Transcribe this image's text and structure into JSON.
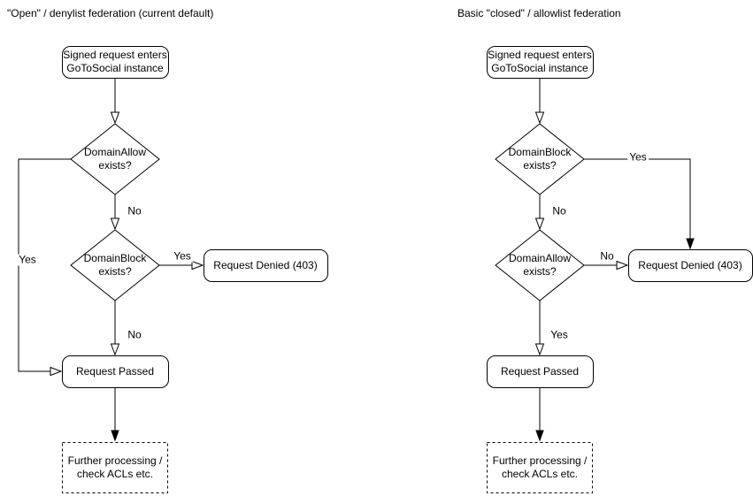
{
  "left": {
    "title": "\"Open\" / denylist federation (current default)",
    "nodes": {
      "start": "Signed request enters\nGoToSocial instance",
      "decision1": "DomainAllow\nexists?",
      "decision2": "DomainBlock\nexists?",
      "denied": "Request Denied (403)",
      "passed": "Request Passed",
      "further": "Further processing /\ncheck ACLs etc."
    },
    "edge_labels": {
      "decision1_yes": "Yes",
      "decision1_no": "No",
      "decision2_yes": "Yes",
      "decision2_no": "No"
    }
  },
  "right": {
    "title": "Basic \"closed\" / allowlist federation",
    "nodes": {
      "start": "Signed request enters\nGoToSocial instance",
      "decision1": "DomainBlock\nexists?",
      "decision2": "DomainAllow\nexists?",
      "denied": "Request Denied (403)",
      "passed": "Request Passed",
      "further": "Further processing /\ncheck ACLs etc."
    },
    "edge_labels": {
      "decision1_yes": "Yes",
      "decision1_no": "No",
      "decision2_yes": "Yes",
      "decision2_no": "No"
    }
  },
  "colors": {
    "stroke": "#000000",
    "background": "#ffffff"
  }
}
